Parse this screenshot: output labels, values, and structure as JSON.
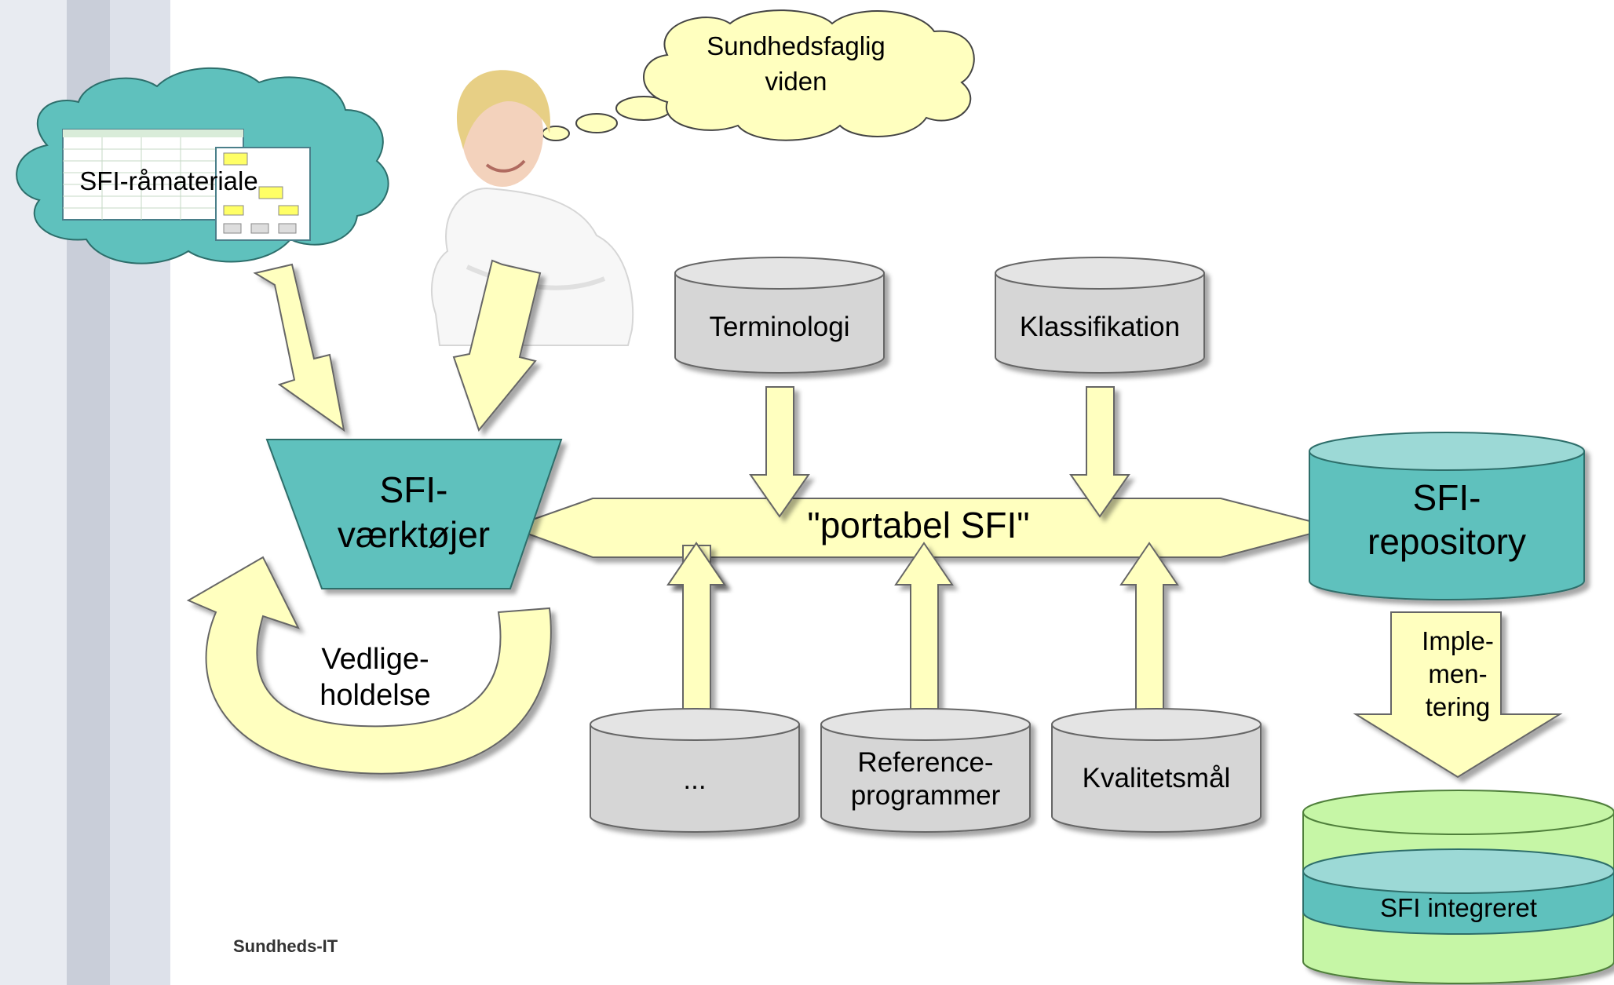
{
  "nodes": {
    "thought_bubble": [
      "Sundhedsfaglig",
      "viden"
    ],
    "raw_material": "SFI-råmateriale",
    "tools": [
      "SFI-",
      "værktøjer"
    ],
    "portable": "\"portabel SFI\"",
    "terminology": "Terminologi",
    "classification": "Klassifikation",
    "repository": [
      "SFI-",
      "repository"
    ],
    "implementation": [
      "Imple-",
      "men-",
      "tering"
    ],
    "integrated": "SFI integreret",
    "maintenance": [
      "Vedlige-",
      "holdelse"
    ],
    "other": "...",
    "reference": [
      "Reference-",
      "programmer"
    ],
    "quality": "Kvalitetsmål"
  },
  "footer": "Sundheds-IT",
  "colors": {
    "teal": "#5fc1bd",
    "teal_light": "#9cd9d6",
    "yellow": "#ffffbf",
    "gray": "#d6d6d6",
    "green": "#c6f6a6",
    "sidebar": "#c9ced9"
  }
}
